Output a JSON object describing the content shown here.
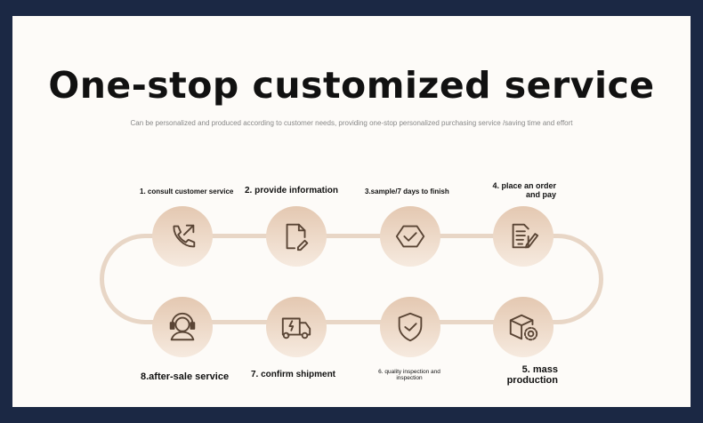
{
  "title": "One-stop customized service",
  "subtitle": "Can be personalized and produced according to customer needs, providing one-stop personalized purchasing service /saving time and effort",
  "steps": [
    {
      "label": "1. consult customer service",
      "icon": "phone-icon"
    },
    {
      "label": "2. provide information",
      "icon": "document-edit-icon"
    },
    {
      "label": "3.sample/7 days to finish",
      "icon": "hexagon-check-icon"
    },
    {
      "label": "4. place an order and pay",
      "icon": "form-pen-icon"
    },
    {
      "label": "5. mass production",
      "icon": "box-gear-icon"
    },
    {
      "label": "6. quality inspection and inspection",
      "icon": "shield-check-icon"
    },
    {
      "label": "7. confirm shipment",
      "icon": "truck-icon"
    },
    {
      "label": "8.after-sale service",
      "icon": "headset-icon"
    }
  ],
  "colors": {
    "frame": "#1b2844",
    "background": "#fdfbf8",
    "icon": "#5a4535",
    "track": "#e8d6c6"
  }
}
